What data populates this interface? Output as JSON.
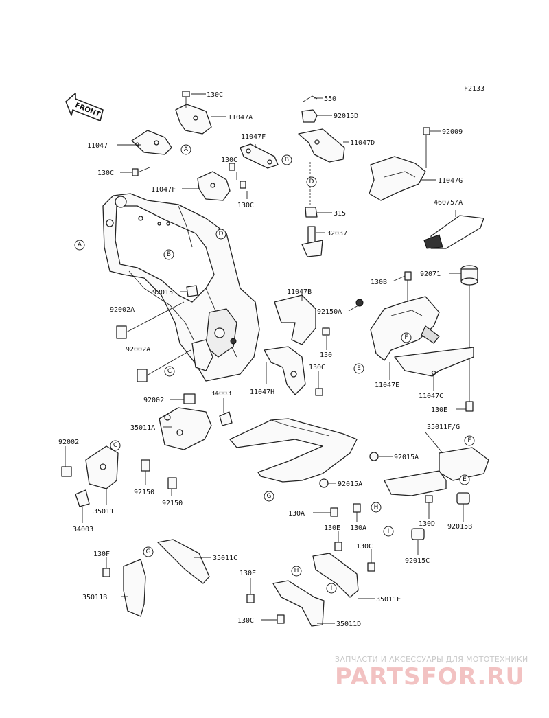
{
  "figure_code": "F2133",
  "front_label": "FRONT",
  "labels": {
    "l130C_a": "130C",
    "l11047A": "11047A",
    "l11047": "11047",
    "l130C_b": "130C",
    "l11047F_top": "11047F",
    "l130C_c": "130C",
    "l11047F": "11047F",
    "l130C_d": "130C",
    "l550": "550",
    "l92015D": "92015D",
    "l11047D": "11047D",
    "l315": "315",
    "l32037": "32037",
    "l92009": "92009",
    "l11047G": "11047G",
    "l46075A": "46075/A",
    "l92071": "92071",
    "l130B": "130B",
    "l92150A": "92150A",
    "l11047B": "11047B",
    "l130": "130",
    "l130C_e": "130C",
    "l11047H": "11047H",
    "l11047E": "11047E",
    "l11047C": "11047C",
    "l130E_a": "130E",
    "l92015": "92015",
    "l92002A_a": "92002A",
    "l92002A_b": "92002A",
    "l92002_a": "92002",
    "l34003_a": "34003",
    "l35011A": "35011A",
    "l92002_b": "92002",
    "l92150_a": "92150",
    "l92150_b": "92150",
    "l35011": "35011",
    "l34003_b": "34003",
    "l35011FG": "35011F/G",
    "l92015A_a": "92015A",
    "l92015A_b": "92015A",
    "l130A_a": "130A",
    "l130A_b": "130A",
    "l130D": "130D",
    "l92015B": "92015B",
    "l130E_b": "130E",
    "l92015C": "92015C",
    "l130C_f": "130C",
    "l130F": "130F",
    "l35011C": "35011C",
    "l35011B": "35011B",
    "l130E_c": "130E",
    "l35011E": "35011E",
    "l130C_g": "130C",
    "l35011D": "35011D"
  },
  "callouts": {
    "A1": "A",
    "A2": "A",
    "B1": "B",
    "B2": "B",
    "C1": "C",
    "C2": "C",
    "D1": "D",
    "D2": "D",
    "E1": "E",
    "E2": "E",
    "F1": "F",
    "F2": "F",
    "G1": "G",
    "G2": "G",
    "H1": "H",
    "H2": "H",
    "I1": "I",
    "I2": "I"
  },
  "watermark": {
    "small": "ЗАПЧАСТИ И АКСЕССУАРЫ ДЛЯ МОТОТЕХНИКИ",
    "big": "PARTSFOR.RU"
  }
}
